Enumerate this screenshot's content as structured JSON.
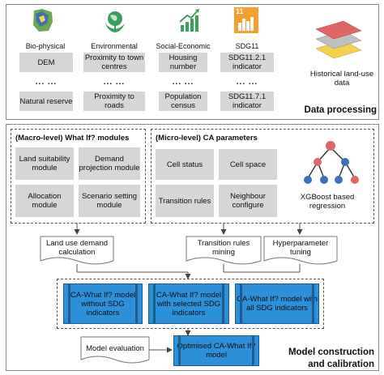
{
  "data_processing": {
    "categories": [
      {
        "label": "Bio-physical",
        "icon": "land-biophysical-icon",
        "top_item": "DEM",
        "bottom_item": "Natural reserve"
      },
      {
        "label": "Environmental",
        "icon": "globe-leaves-icon",
        "top_item": "Proximity to town centres",
        "bottom_item": "Proximity to roads"
      },
      {
        "label": "Social-Economic",
        "icon": "bar-chart-growth-icon",
        "top_item": "Housing number",
        "bottom_item": "Population census"
      },
      {
        "label": "SDG11",
        "icon": "sdg11-city-icon",
        "top_item": "SDG11.2.1 indicator",
        "bottom_item": "SDG11.7.1 indicator"
      }
    ],
    "dots": "... ...",
    "historical_label": "Historical land-use data",
    "title": "Data processing",
    "sdg_icon_number": "11",
    "layer_colors": [
      "#e06666",
      "#bfbfbf",
      "#f6d04d"
    ]
  },
  "macro": {
    "title": "(Macro-level) What If? modules",
    "modules": [
      "Land suitability module",
      "Demand projection module",
      "Allocation module",
      "Scenario setting module"
    ]
  },
  "micro": {
    "title": "(Micro-level) CA parameters",
    "params": [
      "Cell status",
      "Cell space",
      "Transition rules",
      "Neighbour configure"
    ],
    "xgboost_label": "XGBoost based regression"
  },
  "docs": {
    "land_use_demand": "Land use demand calculation",
    "transition_mining": "Transition rules mining",
    "hyperparameter": "Hyperparameter tuning",
    "model_evaluation": "Model evaluation"
  },
  "models": [
    "CA-What If? model without SDG indicators",
    "CA-What If? model with selected SDG indicators",
    "CA-What If? model with all SDG indicators"
  ],
  "optimised": "Optimised CA-What If? model",
  "construction_title": "Model construction and calibration",
  "colors": {
    "blue_box": "#2d8fd8",
    "gray_box": "#d6d6d6",
    "tree_root": "#e06666",
    "tree_node": "#3f72b5"
  }
}
